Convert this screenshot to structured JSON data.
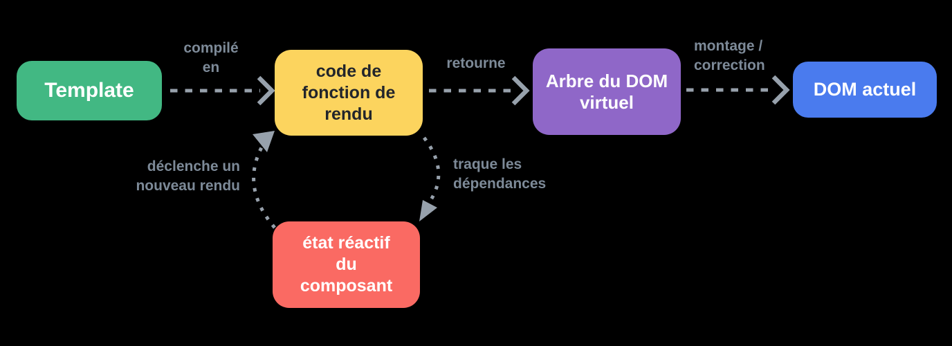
{
  "colors": {
    "background": "#000000",
    "template": "#42b883",
    "render_fn": "#fcd45e",
    "vdom": "#8f67c8",
    "dom": "#4a7bee",
    "state": "#fa6a63",
    "node_text_dark": "#22252b",
    "label": "#7d8a98",
    "arrow": "#97a1ac"
  },
  "nodes": {
    "template": {
      "label": "Template"
    },
    "render_fn": {
      "label": "code de\nfonction de\nrendu"
    },
    "vdom": {
      "label": "Arbre du DOM\nvirtuel"
    },
    "dom": {
      "label": "DOM actuel"
    },
    "state": {
      "label": "état réactif\ndu\ncomposant"
    }
  },
  "edges": {
    "compiled": {
      "label": "compilé\nen"
    },
    "returns": {
      "label": "retourne"
    },
    "mount": {
      "label": "montage /\ncorrection"
    },
    "triggers": {
      "label": "déclenche un\nnouveau rendu"
    },
    "tracks": {
      "label": "traque les\ndépendances"
    }
  }
}
